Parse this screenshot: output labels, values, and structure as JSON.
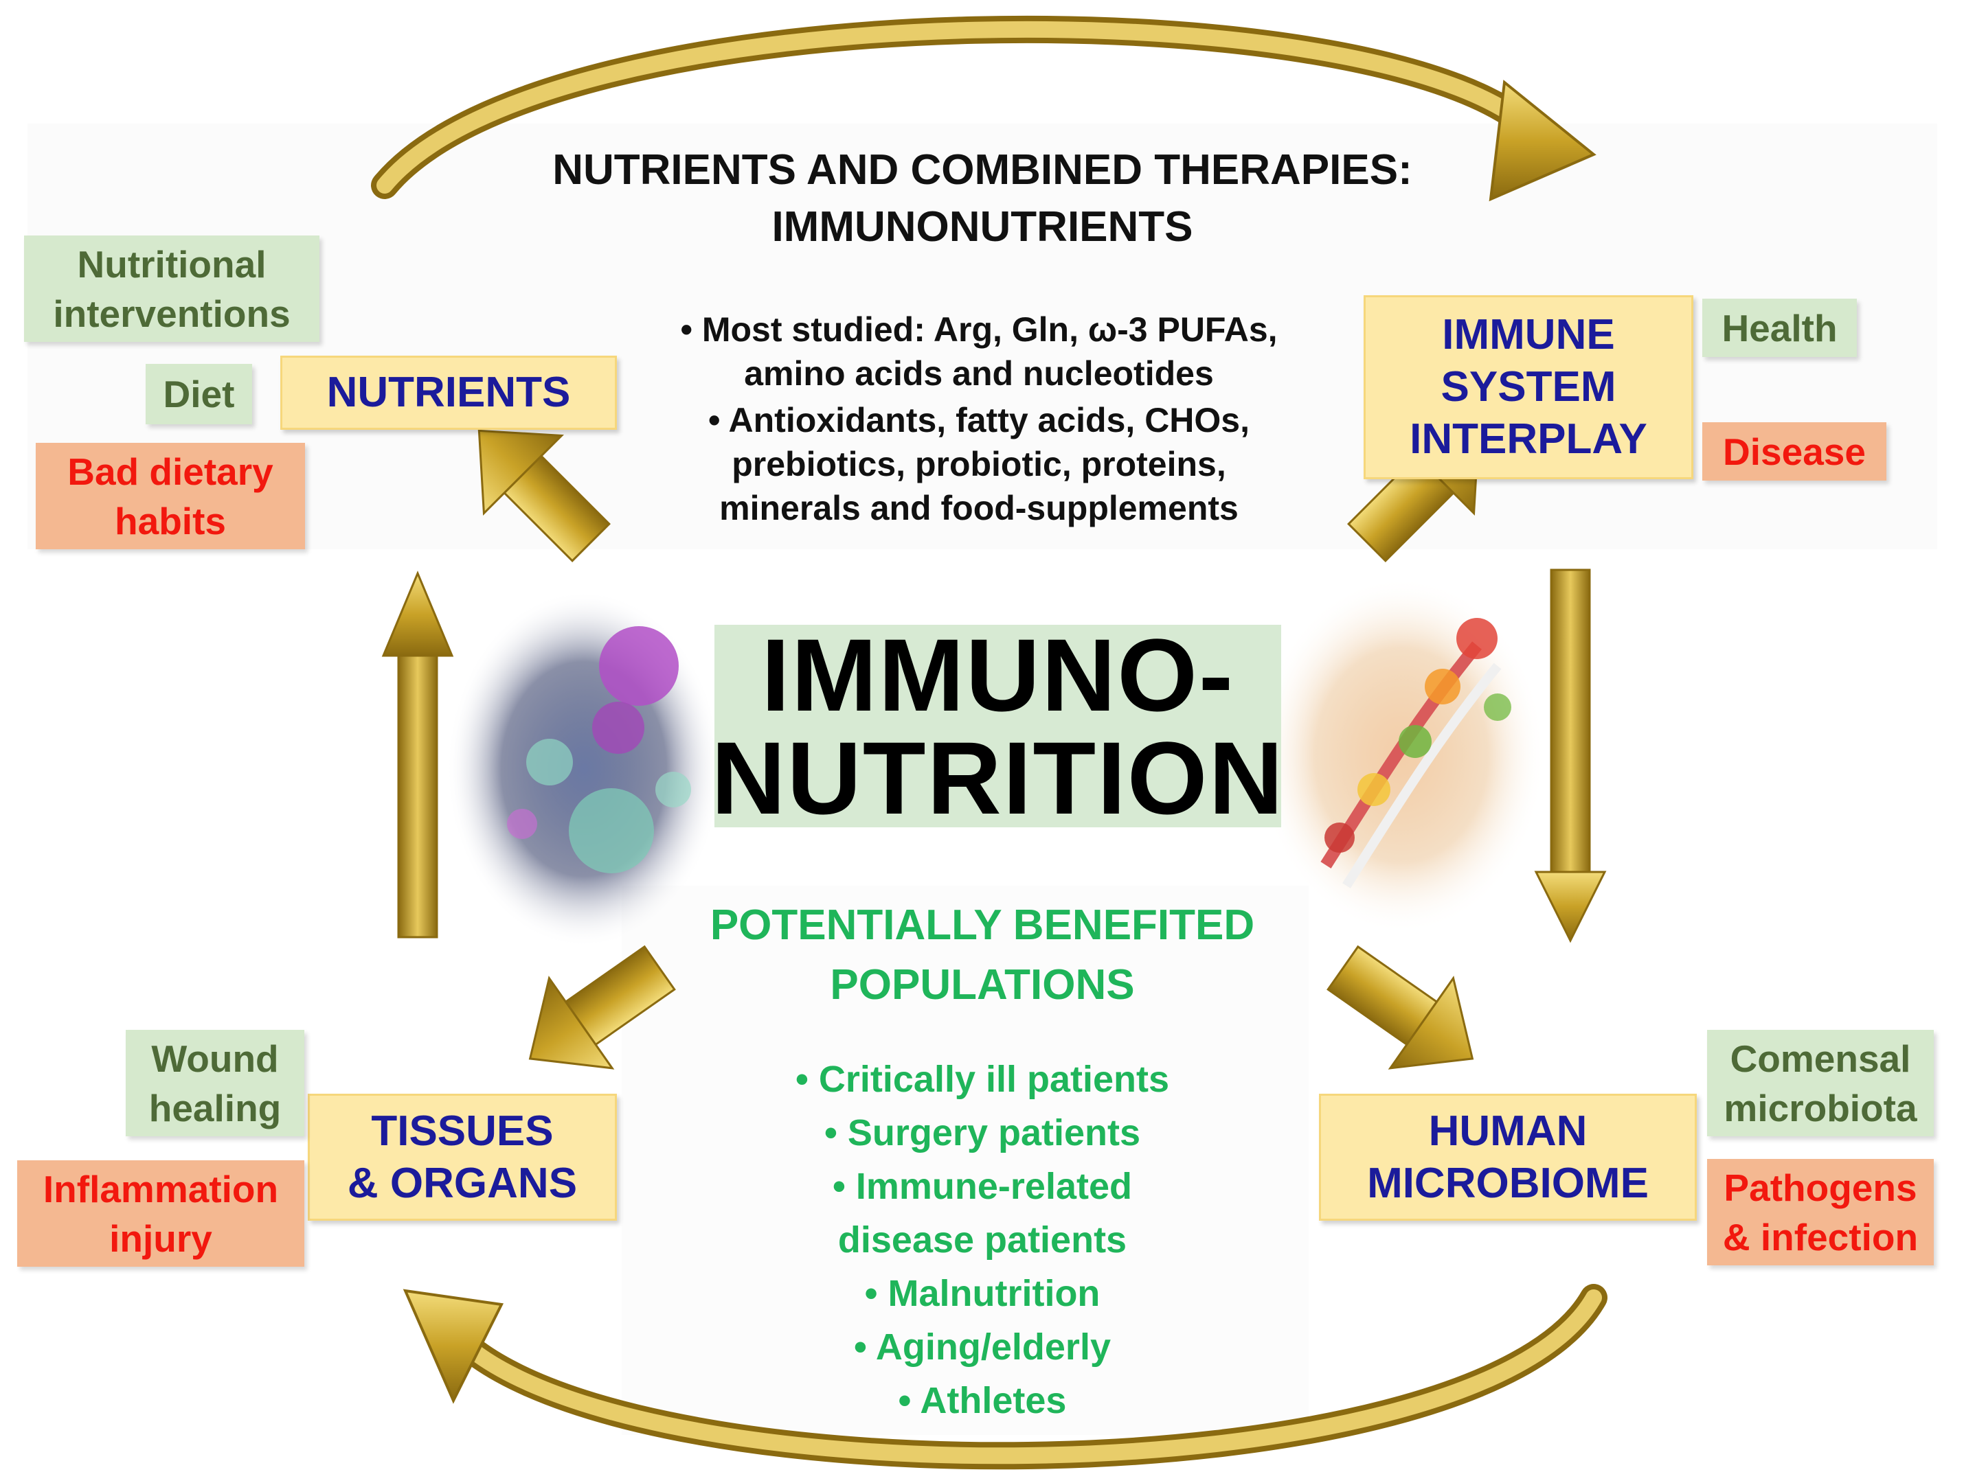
{
  "title": {
    "line1": "NUTRIENTS AND COMBINED THERAPIES:",
    "line2": "IMMUNONUTRIENTS"
  },
  "nutrients_list": [
    "• Most studied: Arg, Gln, ω-3 PUFAs,",
    "amino acids and nucleotides",
    "• Antioxidants, fatty acids, CHOs,",
    "prebiotics, probiotic, proteins,",
    "minerals and food-supplements"
  ],
  "center": {
    "line1": "IMMUNO-",
    "line2": "NUTRITION"
  },
  "nodes": {
    "nutrients": "NUTRIENTS",
    "immune_system": [
      "IMMUNE",
      "SYSTEM",
      "INTERPLAY"
    ],
    "tissues": [
      "TISSUES",
      "& ORGANS"
    ],
    "microbiome": [
      "HUMAN",
      "MICROBIOME"
    ]
  },
  "side_labels": {
    "nutritional_interventions": [
      "Nutritional",
      "interventions"
    ],
    "diet": "Diet",
    "bad_dietary_habits": [
      "Bad dietary",
      "habits"
    ],
    "health": "Health",
    "disease": "Disease",
    "wound_healing": [
      "Wound",
      "healing"
    ],
    "inflammation_injury": [
      "Inflammation",
      "injury"
    ],
    "comensal_microbiota": [
      "Comensal",
      "microbiota"
    ],
    "pathogens_infection": [
      "Pathogens",
      "& infection"
    ]
  },
  "populations": {
    "title": [
      "POTENTIALLY BENEFITED",
      "POPULATIONS"
    ],
    "items": [
      "• Critically ill patients",
      "• Surgery patients",
      "• Immune-related",
      "disease patients",
      "• Malnutrition",
      "• Aging/elderly",
      "• Athletes"
    ]
  },
  "colors": {
    "arrow_gold": "#c9a227",
    "node_fill": "#fde9a8",
    "node_text": "#1b1b9b",
    "green_label": "#d6e9cd",
    "red_label": "#f4b891",
    "population_text": "#1fb55a"
  }
}
